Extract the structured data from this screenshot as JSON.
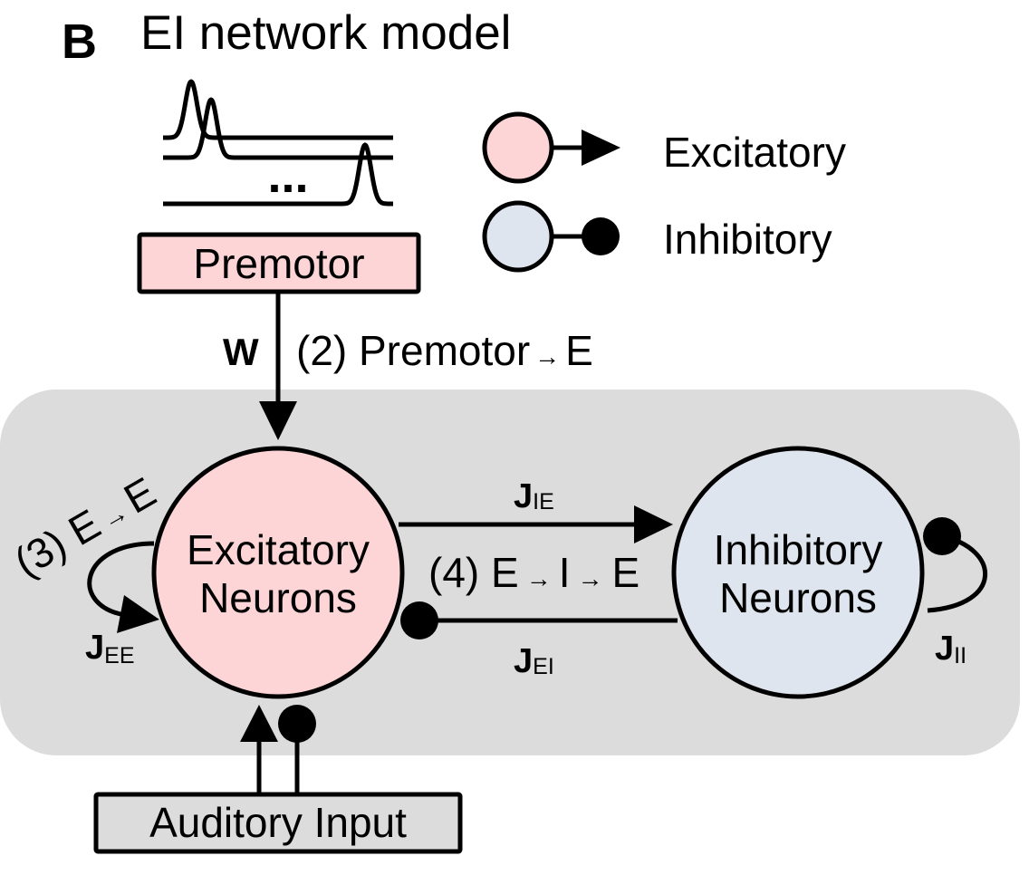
{
  "panel_label": "B",
  "title": "EI network model",
  "legend": {
    "excitatory": {
      "label": "Excitatory",
      "fill": "#fdd5d6",
      "terminal": "arrow"
    },
    "inhibitory": {
      "label": "Inhibitory",
      "fill": "#dfe5ef",
      "terminal": "dot"
    }
  },
  "premotor": {
    "label": "Premotor",
    "fill": "#fdd5d6",
    "ellipsis": "..."
  },
  "premotor_to_e": {
    "weight_label": "W",
    "prefix": "(2) Premotor",
    "arrow": "→",
    "target": "E",
    "color": "#ff7f0e"
  },
  "network": {
    "background": "#dcdcdc",
    "e_population": {
      "line1": "Excitatory",
      "line2": "Neurons",
      "fill": "#fdd5d6"
    },
    "i_population": {
      "line1": "Inhibitory",
      "line2": "Neurons",
      "fill": "#dfe5ef"
    },
    "connections": {
      "jee": {
        "symbol": "J",
        "subscript": "EE"
      },
      "jie": {
        "symbol": "J",
        "subscript": "IE"
      },
      "jei": {
        "symbol": "J",
        "subscript": "EI"
      },
      "jii": {
        "symbol": "J",
        "subscript": "II"
      }
    },
    "pathway_3": {
      "prefix": "(3) E",
      "arrow": "→",
      "target": "E",
      "color": "#2ca02c"
    },
    "pathway_4": {
      "prefix": "(4) E",
      "arrow1": "→",
      "mid": "I",
      "arrow2": "→",
      "target": "E",
      "color": "#d62728"
    }
  },
  "auditory_input": {
    "label": "Auditory Input",
    "fill": "#dcdcdc"
  }
}
